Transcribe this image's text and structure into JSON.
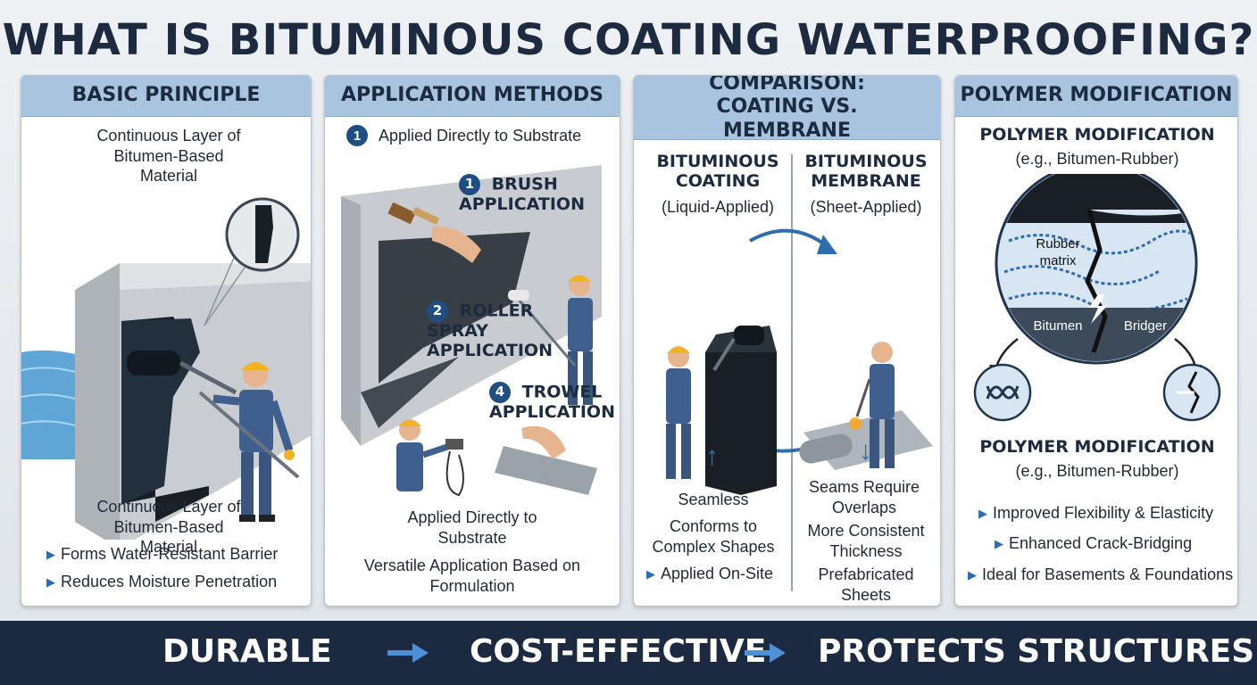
{
  "title": "WHAT IS BITUMINOUS COATING WATERPROOFING?",
  "panels": {
    "principle": {
      "header": "BASIC PRINCIPLE",
      "top_caption": "Continuous Layer of Bitumen-Based Material",
      "bottom_caption": "Continuous Layer of Bitumen-Based Material",
      "bullets": [
        "Forms Water-Resistant Barrier",
        "Reduces Moisture Penetration"
      ]
    },
    "methods": {
      "header": "APPLICATION METHODS",
      "top_step_num": "1",
      "top_step": "Applied Directly to Substrate",
      "brush_num": "1",
      "brush": "BRUSH APPLICATION",
      "roller_num": "2",
      "roller": "ROLLER SPRAY APPLICATION",
      "trowel_num": "4",
      "trowel": "TROWEL APPLICATION",
      "caption1": "Applied Directly to Substrate",
      "caption2": "Versatile Application Based on Formulation"
    },
    "comparison": {
      "header": "COMPARISON: COATING VS. MEMBRANE",
      "left_title": "BITUMINOUS COATING",
      "left_sub": "(Liquid-Applied)",
      "right_title": "BITUMINOUS MEMBRANE",
      "right_sub": "(Sheet-Applied)",
      "left_points": [
        "Seamless",
        "Conforms to Complex Shapes"
      ],
      "left_bullet": "Applied On-Site",
      "right_points": [
        "Seams Require Overlaps",
        "More Consistent Thickness",
        "Prefabricated Sheets"
      ]
    },
    "polymer": {
      "header": "POLYMER MODIFICATION",
      "top_title": "POLYMER MODIFICATION",
      "top_sub": "(e.g., Bitumen-Rubber)",
      "label_rubber": "Rubber matrix",
      "label_bitumen": "Bitumen",
      "label_bridger": "Bridger",
      "bottom_title": "POLYMER MODIFICATION",
      "bottom_sub": "(e.g., Bitumen-Rubber)",
      "bullets": [
        "Improved Flexibility & Elasticity",
        "Enhanced Crack-Bridging",
        "Ideal for Basements & Foundations"
      ]
    }
  },
  "footer": {
    "items": [
      "DURABLE",
      "COST-EFFECTIVE",
      "PROTECTS STRUCTURES"
    ]
  },
  "colors": {
    "header_bg": "#a9c4de",
    "footer_bg": "#1b2a40",
    "accent_blue": "#2f6db0",
    "bitumen_black": "#1a1f26"
  }
}
